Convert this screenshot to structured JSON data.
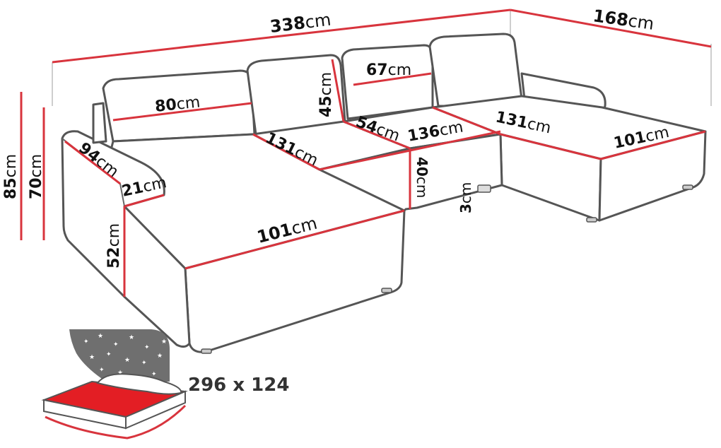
{
  "diagram": {
    "colors": {
      "accent": "#d8343d",
      "outline": "#555555",
      "text": "#111111",
      "night": "#6f6f6f"
    },
    "unit": "cm",
    "dimensions": {
      "total_width": "338",
      "chaise_depth_right": "168",
      "height_total": "85",
      "height_back": "70",
      "armrest_length": "94",
      "armrest_width": "21",
      "seat_height": "52",
      "cushion_width": "80",
      "back_height": "45",
      "back_cushion_width": "67",
      "seat_depth_mid": "131",
      "seat_depth_small": "54",
      "module_depth": "136",
      "seat_depth_right": "131",
      "chaise_width_right": "101",
      "chaise_width_left": "101",
      "seat_thickness": "40",
      "leg_height": "3"
    },
    "bed_size": "296 x 124"
  }
}
